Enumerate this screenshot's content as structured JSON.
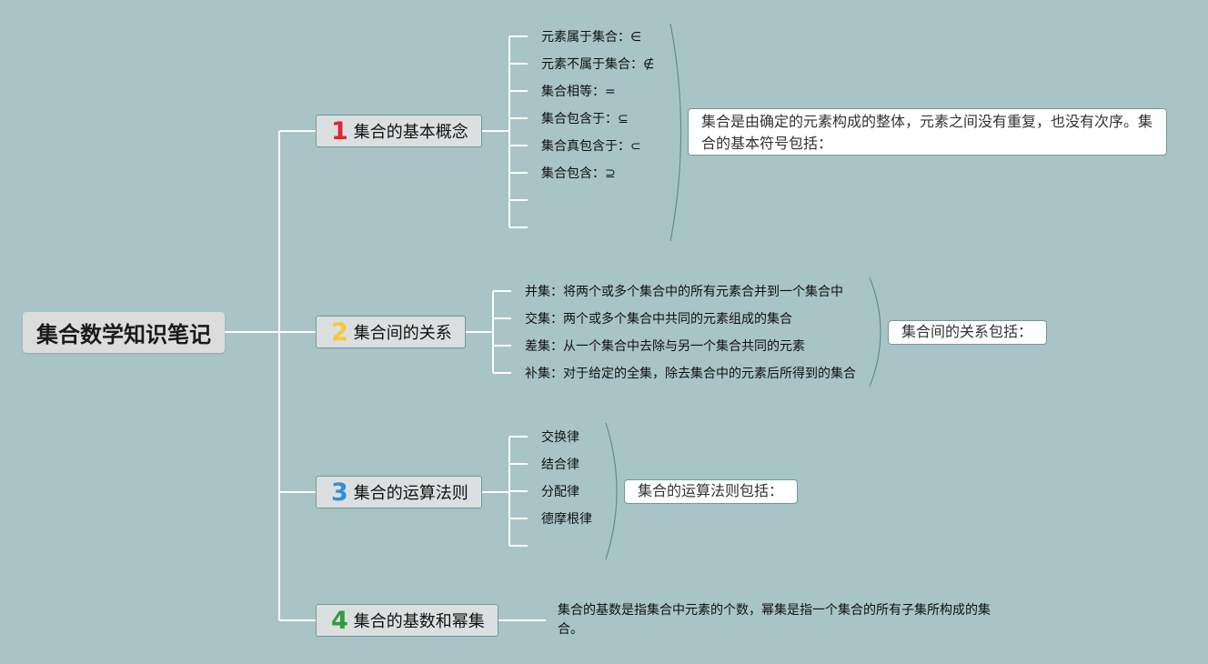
{
  "root": {
    "title": "集合数学知识笔记"
  },
  "topics": [
    {
      "num": "1",
      "num_color": "#e0262e",
      "label": "集合的基本概念"
    },
    {
      "num": "2",
      "num_color": "#f5c836",
      "label": "集合间的关系"
    },
    {
      "num": "3",
      "num_color": "#2f8fd8",
      "label": "集合的运算法则"
    },
    {
      "num": "4",
      "num_color": "#2e9e3c",
      "label": "集合的基数和幂集"
    }
  ],
  "branch1": {
    "items": [
      "元素属于集合：∈",
      "元素不属于集合：∉",
      "集合相等：=",
      "集合包含于：⊆",
      "集合真包含于：⊂",
      "集合包含：⊇"
    ],
    "summary": "集合是由确定的元素构成的整体，元素之间没有重复，也没有次序。集合的基本符号包括："
  },
  "branch2": {
    "items": [
      "并集：将两个或多个集合中的所有元素合并到一个集合中",
      "交集：两个或多个集合中共同的元素组成的集合",
      "差集：从一个集合中去除与另一个集合共同的元素",
      "补集：对于给定的全集，除去集合中的元素后所得到的集合"
    ],
    "summary": "集合间的关系包括："
  },
  "branch3": {
    "items": [
      "交换律",
      "结合律",
      "分配律",
      "德摩根律"
    ],
    "summary": "集合的运算法则包括："
  },
  "branch4": {
    "note": "集合的基数是指集合中元素的个数，幂集是指一个集合的所有子集所构成的集合。"
  },
  "colors": {
    "background": "#a9c4c6",
    "line": "#ffffff",
    "bracket": "#5f8f8c"
  }
}
